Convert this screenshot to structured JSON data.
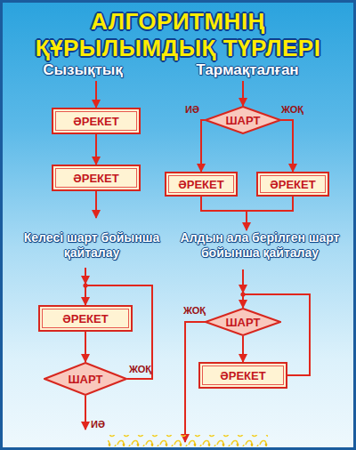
{
  "diagram": {
    "title": "АЛГОРИТМНІҢ ҚҰРЫЛЫМДЫҚ ТҮРЛЕРІ",
    "nodes": [
      {
        "text": [
          "ӘРЕКЕТ"
        ]
      },
      {
        "text": [
          "ӘРЕКЕТ"
        ]
      },
      {
        "text": [
          "ШАРТ"
        ]
      },
      {
        "text": [
          "ӘРЕКЕТ"
        ]
      },
      {
        "text": [
          "ӘРЕКЕТ"
        ]
      },
      {
        "text": [
          "ӘРЕКЕТ"
        ]
      },
      {
        "text": [
          "ШАРТ"
        ]
      },
      {
        "text": [
          "ШАРТ"
        ]
      },
      {
        "text": [
          "ӘРЕКЕТ"
        ]
      }
    ],
    "edges": [
      {
        "from": 0,
        "to": 1,
        "arrow": "to"
      },
      {
        "from": 2,
        "to": 3,
        "label": "ИӘ",
        "arrow": "to"
      },
      {
        "from": 2,
        "to": 4,
        "label": "ЖОҚ",
        "arrow": "to"
      },
      {
        "from": 5,
        "to": 6,
        "arrow": "to"
      },
      {
        "from": 6,
        "to": 5,
        "label": "ЖОҚ",
        "arrow": "to"
      },
      {
        "from": 7,
        "to": 8,
        "arrow": "to"
      },
      {
        "from": 8,
        "to": 7,
        "arrow": "to"
      }
    ],
    "labels": [
      "Сызықтық",
      "Тармақталған",
      "Келесі шарт бойынша қайталау",
      "Алдын ала берілген шарт бойынша қайталау",
      "ИӘ",
      "ЖОҚ"
    ]
  }
}
